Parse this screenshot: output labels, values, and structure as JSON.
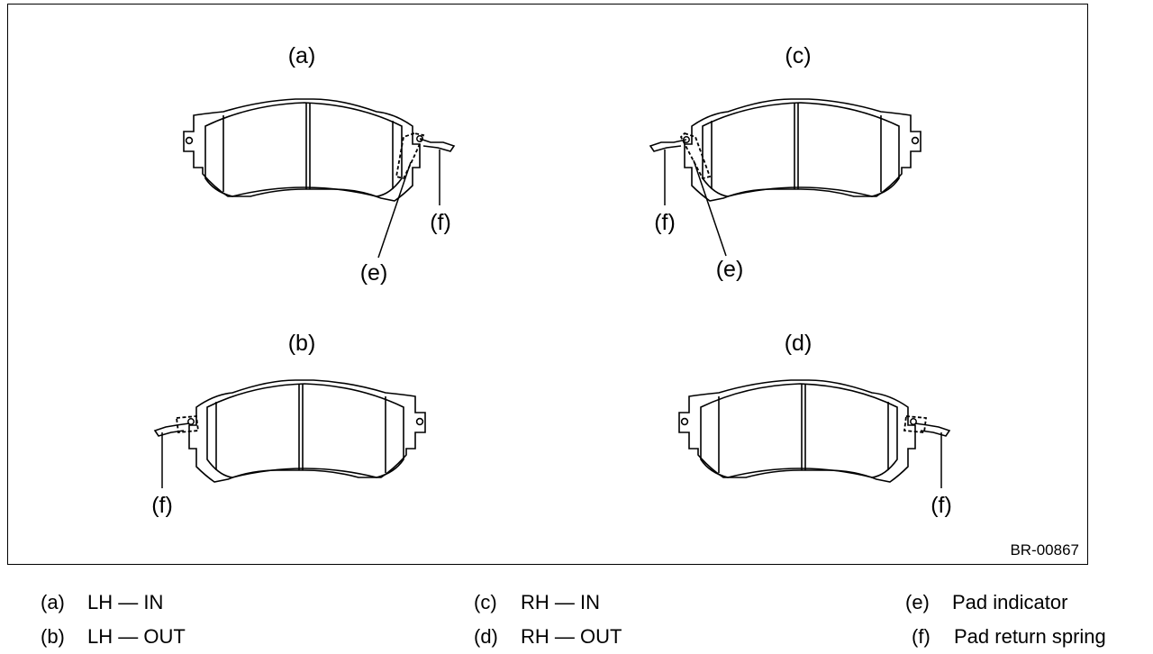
{
  "figure": {
    "code": "BR-00867",
    "pad_labels": {
      "a": "(a)",
      "b": "(b)",
      "c": "(c)",
      "d": "(d)"
    },
    "callouts": {
      "e": "(e)",
      "f": "(f)"
    }
  },
  "legend": [
    {
      "key": "(a)",
      "text": "LH — IN"
    },
    {
      "key": "(b)",
      "text": "LH — OUT"
    },
    {
      "key": "(c)",
      "text": "RH — IN"
    },
    {
      "key": "(d)",
      "text": "RH — OUT"
    },
    {
      "key": "(e)",
      "text": "Pad indicator"
    },
    {
      "key": "(f)",
      "text": "Pad return spring"
    }
  ]
}
